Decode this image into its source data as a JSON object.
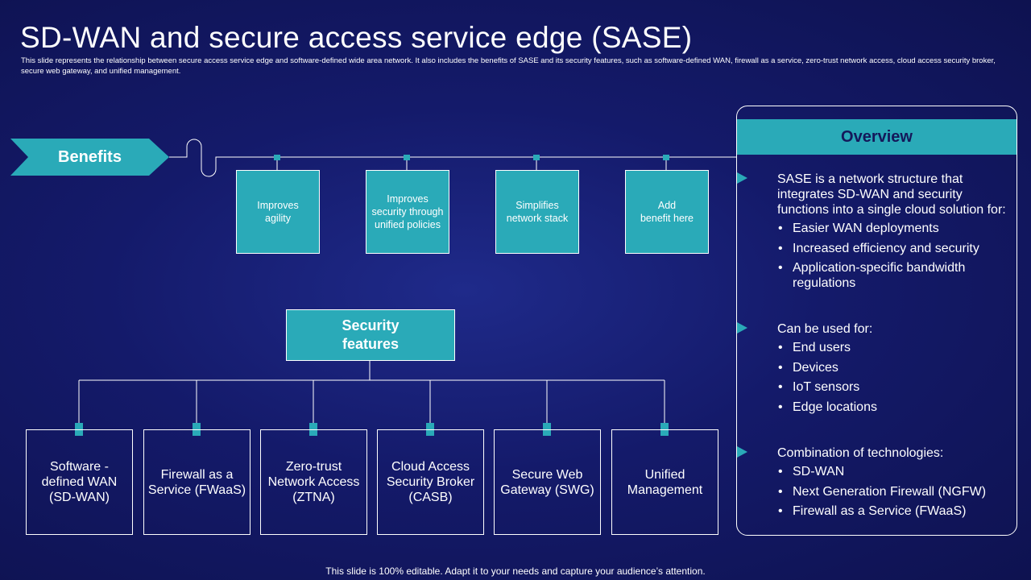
{
  "title": "SD-WAN and secure access service edge (SASE)",
  "subtitle": "This slide represents the relationship between secure access service edge and software-defined wide area network. It also includes the benefits of SASE and its security features, such as software-defined WAN, firewall as a service, zero-trust network access, cloud access security broker, secure web gateway, and unified management.",
  "benefits": {
    "label": "Benefits",
    "items": [
      "Improves\nagility",
      "Improves\nsecurity through\nunified  policies",
      "Simplifies\nnetwork stack",
      "Add\nbenefit here"
    ]
  },
  "security": {
    "label": "Security\nfeatures",
    "items": [
      "Software -\ndefined WAN\n(SD-WAN)",
      "Firewall as a\nService (FWaaS)",
      "Zero-trust\nNetwork Access\n(ZTNA)",
      "Cloud Access\nSecurity Broker\n(CASB)",
      "Secure Web\nGateway (SWG)",
      "Unified\nManagement"
    ]
  },
  "overview": {
    "header": "Overview",
    "sections": [
      {
        "lead": "SASE is a network structure that integrates SD-WAN and security functions into a single cloud solution for:",
        "items": [
          "Easier WAN deployments",
          "Increased efficiency and security",
          "Application-specific bandwidth regulations"
        ]
      },
      {
        "lead": "Can be used for:",
        "items": [
          "End users",
          "Devices",
          "IoT sensors",
          "Edge locations"
        ]
      },
      {
        "lead": "Combination of technologies:",
        "items": [
          "SD-WAN",
          "Next Generation Firewall (NGFW)",
          "Firewall as a Service (FWaaS)"
        ]
      }
    ]
  },
  "footer": "This slide is 100% editable. Adapt it to your needs and capture your audience’s attention.",
  "colors": {
    "accent": "#2aaab8",
    "background": "#141a6a",
    "text": "#ffffff",
    "header_text": "#14185a"
  }
}
